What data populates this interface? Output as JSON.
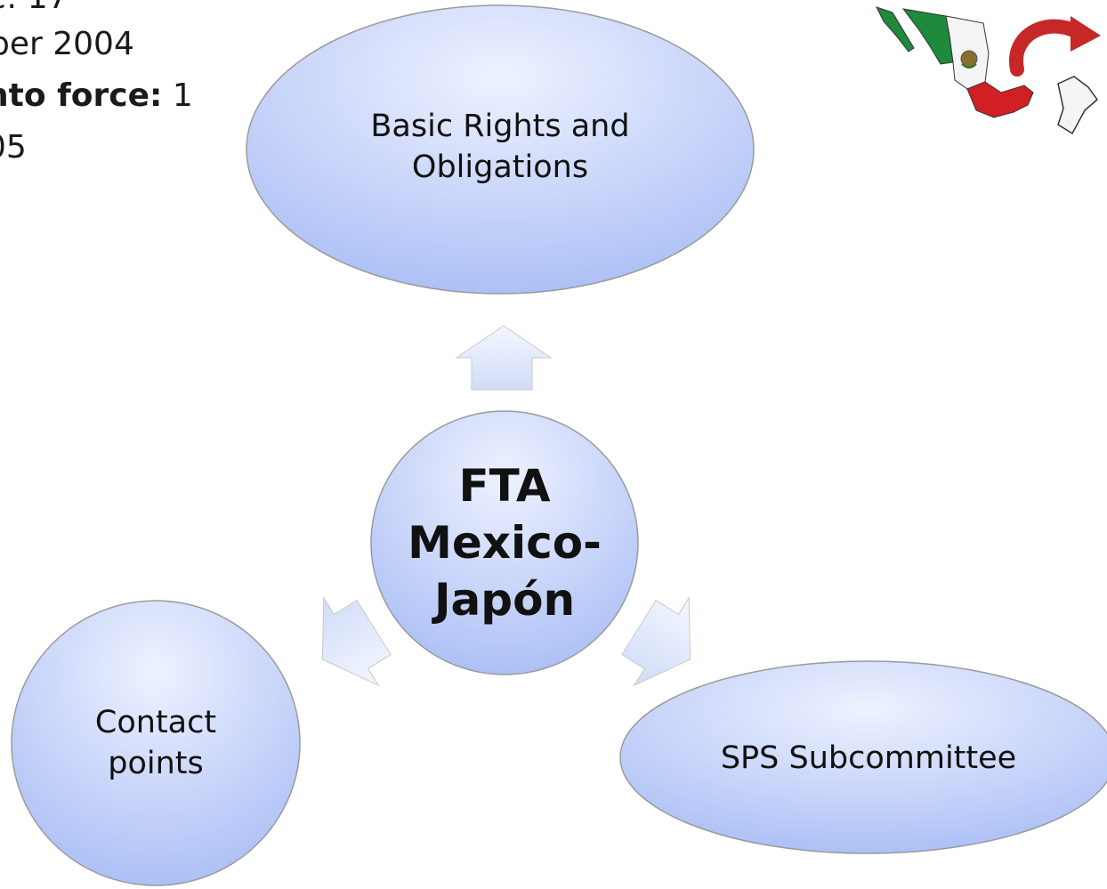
{
  "side_text": {
    "line1": "e: 17",
    "line2": "ber 2004",
    "line3_bold": "nto force:",
    "line3_rest": " 1",
    "line4": "05"
  },
  "center_node": {
    "label": "FTA\nMexico-\nJapón"
  },
  "nodes": {
    "top": {
      "label": "Basic Rights and\nObligations"
    },
    "left": {
      "label": "Contact\npoints"
    },
    "right": {
      "label": "SPS Subcommittee"
    }
  },
  "colors": {
    "node_fill_light": "#eef2ff",
    "node_fill_dark": "#a9bdf5",
    "node_stroke": "#9a9a9a",
    "arrow_fill": "#dfe7fb",
    "flag_green": "#1e8a3c",
    "flag_red": "#d21f26",
    "flag_white": "#f4f4f4"
  }
}
